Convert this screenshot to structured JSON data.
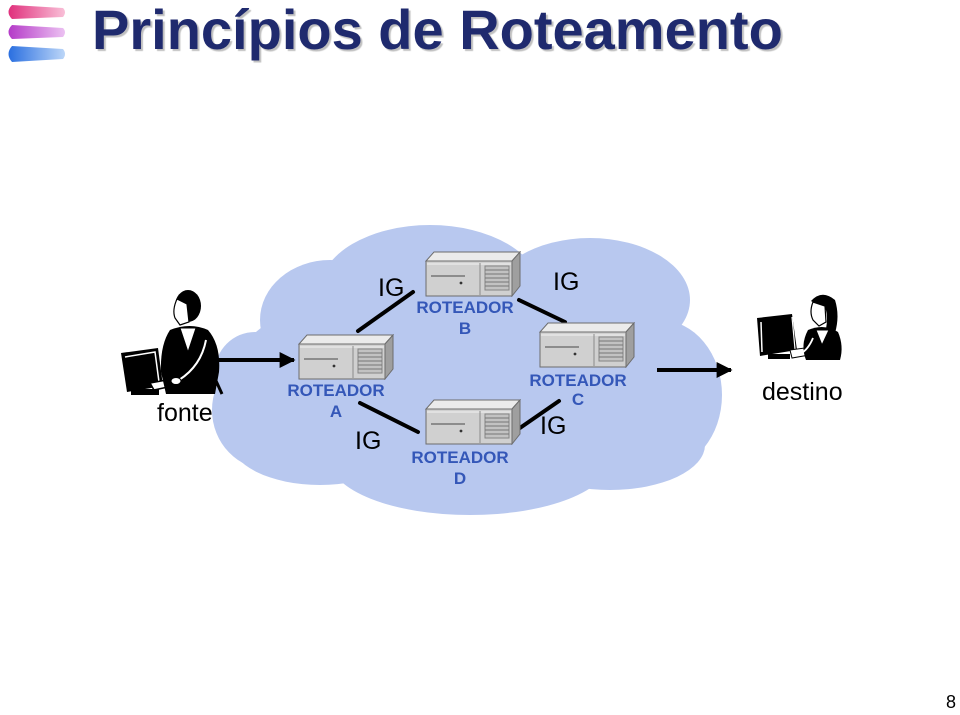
{
  "title": "Princípios de Roteamento",
  "hosts": {
    "source": "fonte",
    "destination": "destino"
  },
  "routers": {
    "a": {
      "name": "ROTEADOR",
      "id": "A"
    },
    "b": {
      "name": "ROTEADOR",
      "id": "B"
    },
    "c": {
      "name": "ROTEADOR",
      "id": "C"
    },
    "d": {
      "name": "ROTEADOR",
      "id": "D"
    }
  },
  "links": {
    "a_b": "IG",
    "b_c": "IG",
    "a_d": "IG",
    "d_c": "IG"
  },
  "page_number": "8",
  "colors": {
    "title": "#1f2a6e",
    "router_label": "#3457b8",
    "cloud": "#b8c8ef",
    "link": "#000000"
  },
  "icons": {
    "logo": "slide-logo-bars-icon",
    "host": "person-at-computer-icon",
    "router": "server-box-icon"
  }
}
